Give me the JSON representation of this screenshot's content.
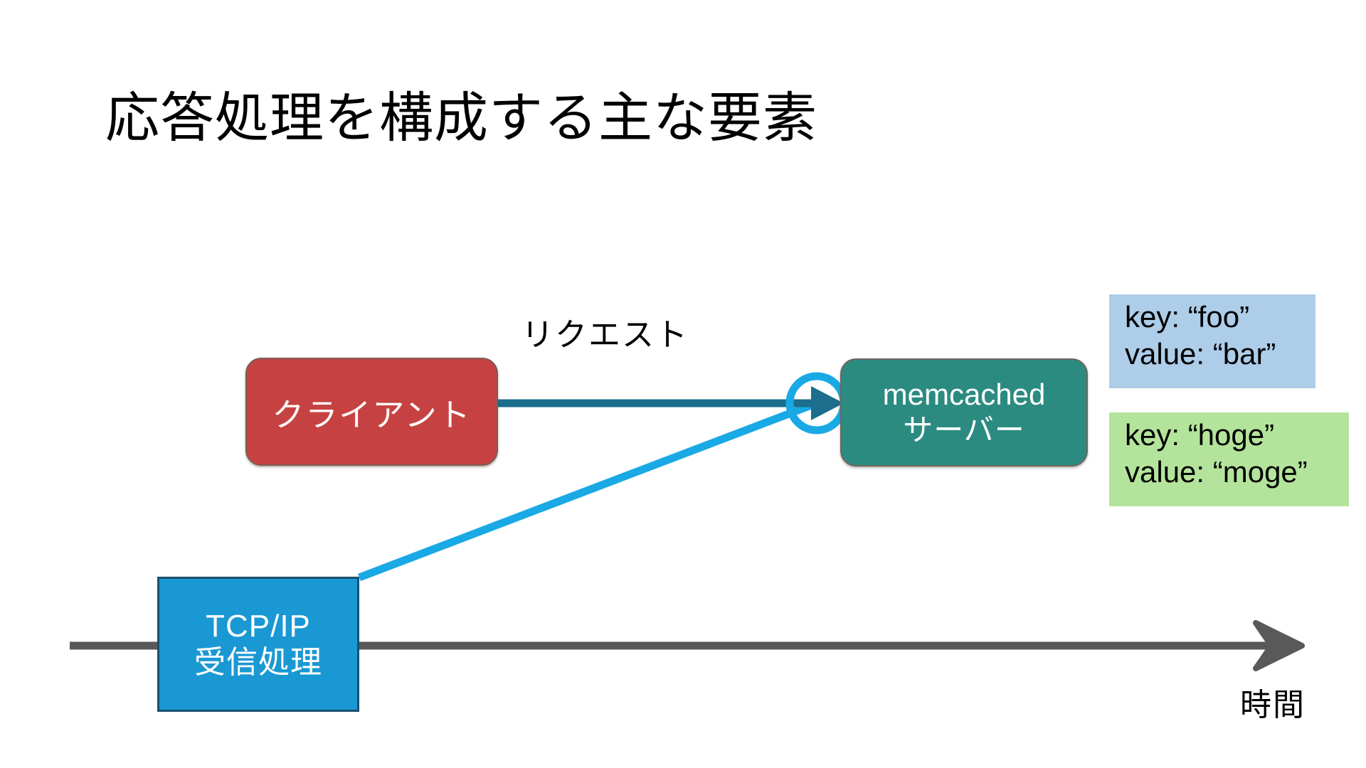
{
  "slide": {
    "title": "応答処理を構成する主な要素",
    "background_color": "#FFFFFF"
  },
  "diagram": {
    "type": "sequence-timeline-diagram",
    "nodes": [
      {
        "id": "client",
        "label": "クライアント",
        "shape": "rounded-rectangle",
        "fill_color": "#C64242",
        "text_color": "#FFFFFF"
      },
      {
        "id": "memcached-server",
        "label_line1": "memcached",
        "label_line2": "サーバー",
        "shape": "rounded-rectangle",
        "fill_color": "#2C8B81",
        "text_color": "#FFFFFF"
      },
      {
        "id": "tcpip-receive",
        "label_line1": "TCP/IP",
        "label_line2": "受信処理",
        "shape": "rectangle",
        "fill_color": "#1A98D4",
        "border_color": "#1A4F70",
        "text_color": "#FFFFFF"
      }
    ],
    "connectors": [
      {
        "id": "request-arrow",
        "label": "リクエスト",
        "from": "client",
        "to": "memcached-server",
        "color": "#1B6E8C",
        "style": "solid-arrow"
      },
      {
        "id": "tcpip-uplink",
        "from": "tcpip-receive",
        "to": "request-arrow-highlight",
        "color": "#19A9E5",
        "style": "solid-line"
      }
    ],
    "highlight": {
      "id": "request-highlight-circle",
      "shape": "circle",
      "stroke_color": "#19A9E5"
    },
    "timeline": {
      "label": "時間",
      "color": "#595959",
      "direction": "left-to-right",
      "arrowhead": "right"
    },
    "annotations": [
      {
        "id": "kv-foo",
        "line1": "key: “foo”",
        "line2": "value: “bar”",
        "fill_color": "#ADCDE9",
        "text_color": "#000000"
      },
      {
        "id": "kv-hoge",
        "line1": "key: “hoge”",
        "line2": "value: “moge”",
        "fill_color": "#B4E49C",
        "text_color": "#000000"
      }
    ]
  }
}
